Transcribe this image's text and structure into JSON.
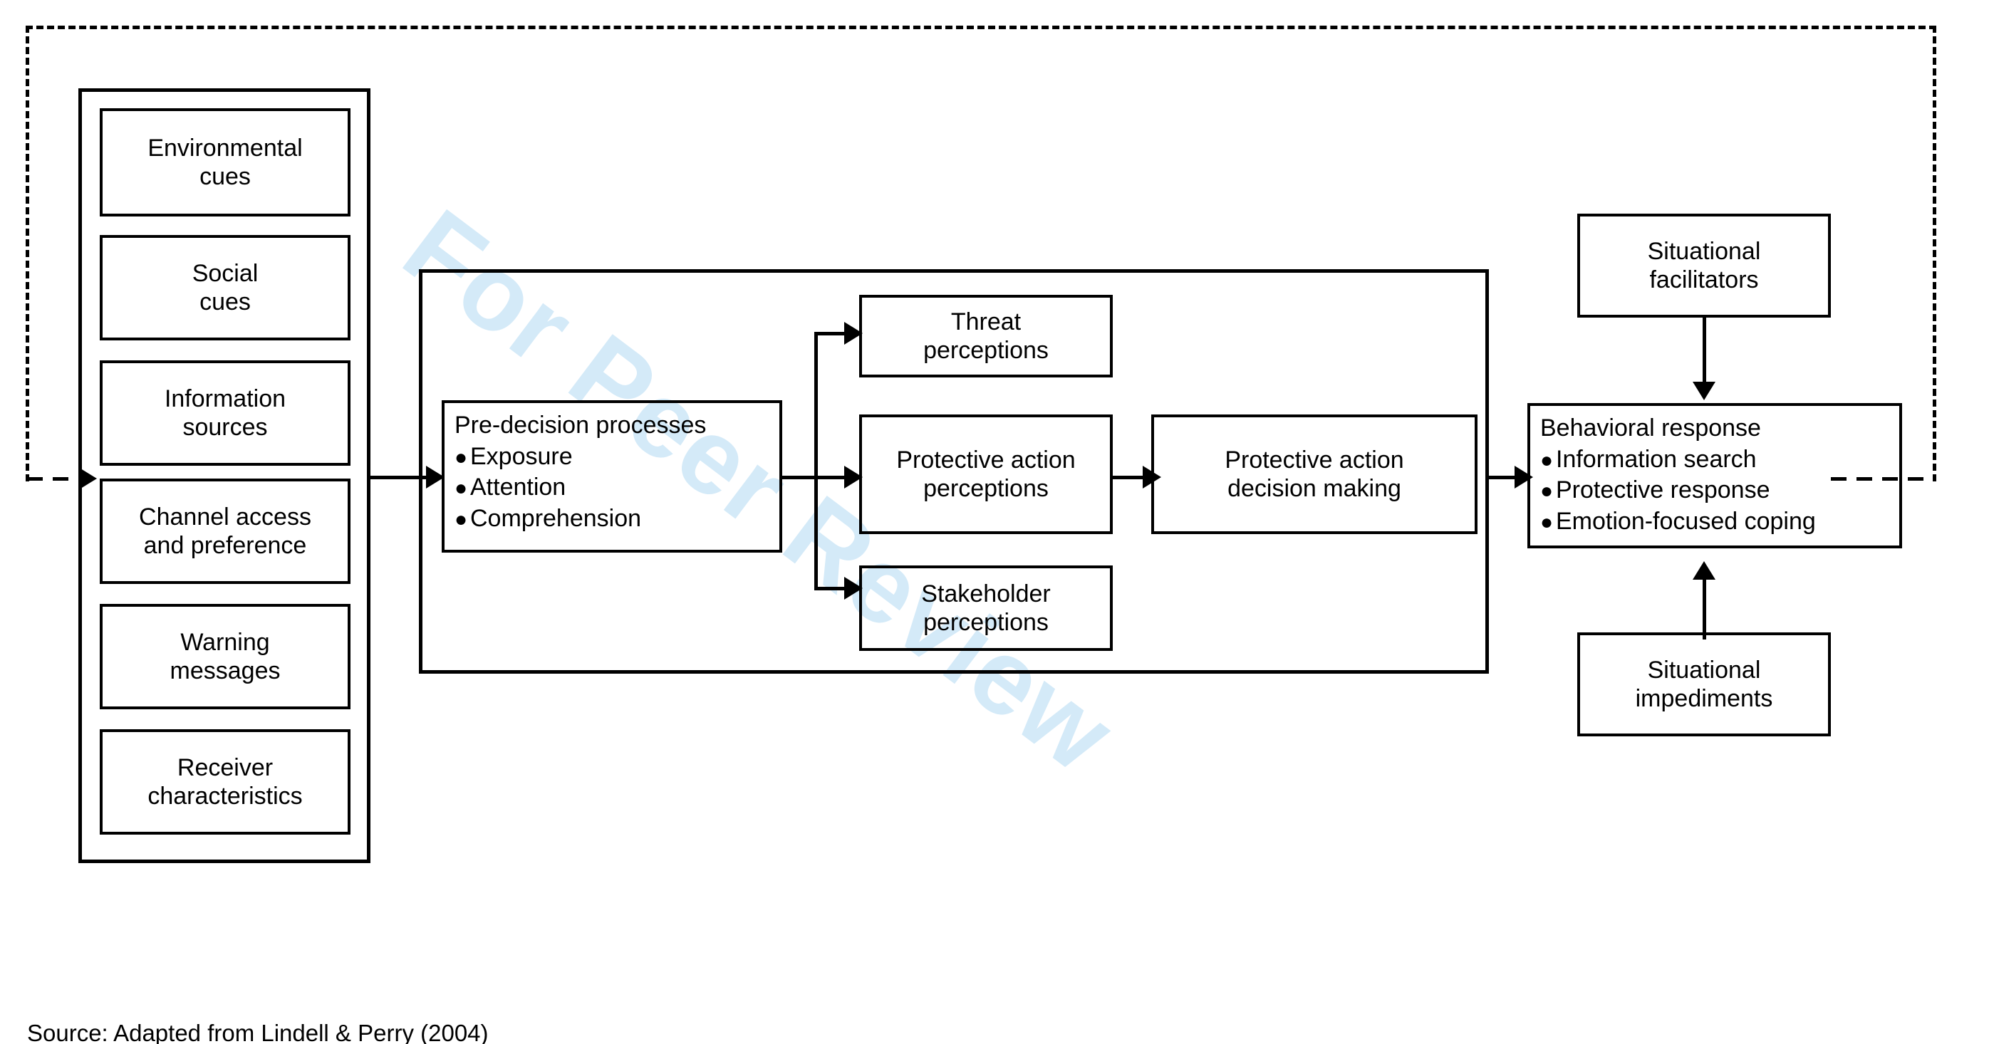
{
  "figure": {
    "watermark": "For Peer Review",
    "caption": "Source: Adapted from Lindell & Perry (2004)",
    "accent_watermark_color": "#d4eaf8",
    "line_color": "#000000",
    "background_color": "#ffffff"
  },
  "inputs_column": {
    "items": [
      {
        "label": "Environmental\ncues"
      },
      {
        "label": "Social\ncues"
      },
      {
        "label": "Information\nsources"
      },
      {
        "label": "Channel access\nand preference"
      },
      {
        "label": "Warning\nmessages"
      },
      {
        "label": "Receiver\ncharacteristics"
      }
    ]
  },
  "core_process": {
    "pre_decision": {
      "header": "Pre-decision processes",
      "bullets": [
        "Exposure",
        "Attention",
        "Comprehension"
      ]
    },
    "perceptions": [
      {
        "label": "Threat\nperceptions"
      },
      {
        "label": "Protective action\nperceptions"
      },
      {
        "label": "Stakeholder\nperceptions"
      }
    ],
    "decision": {
      "label": "Protective action\ndecision making"
    }
  },
  "outcome": {
    "facilitators": {
      "label": "Situational\nfacilitators"
    },
    "impediments": {
      "label": "Situational\nimpediments"
    },
    "behavioral_response": {
      "header": "Behavioral response",
      "bullets": [
        "Information search",
        "Protective response",
        "Emotion-focused coping"
      ]
    }
  }
}
